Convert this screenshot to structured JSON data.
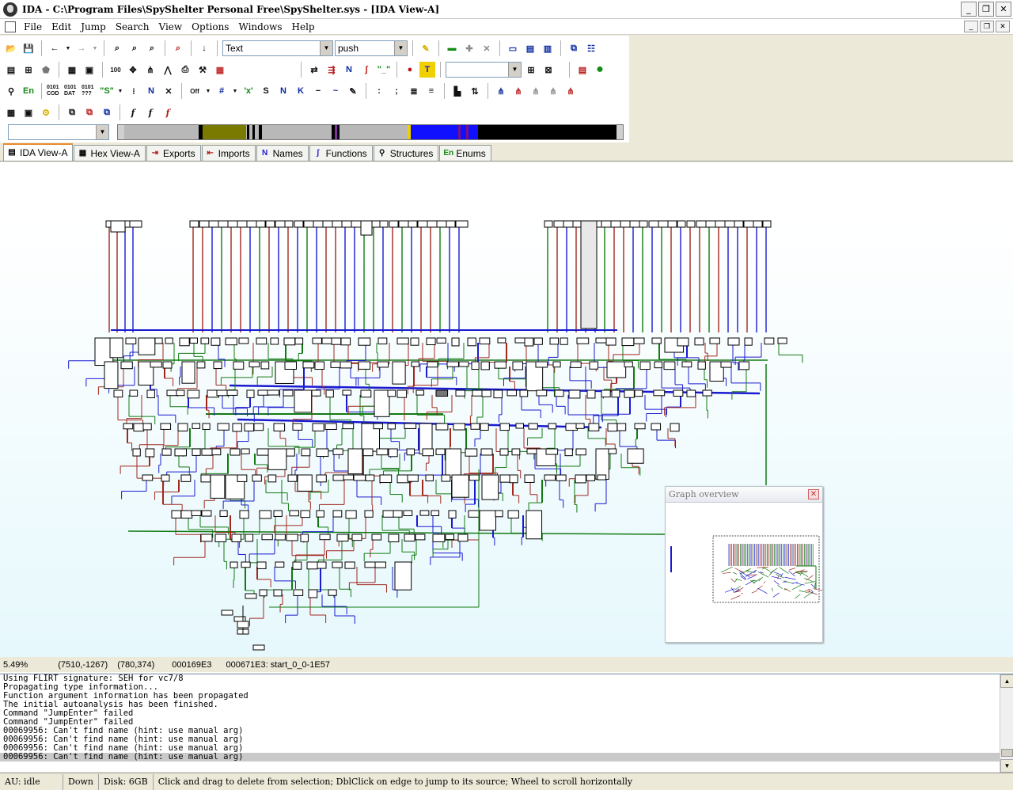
{
  "window": {
    "title": "IDA - C:\\Program Files\\SpyShelter Personal Free\\SpyShelter.sys - [IDA View-A]",
    "minimize": "_",
    "restore": "❐",
    "close": "✕"
  },
  "menu": [
    "File",
    "Edit",
    "Jump",
    "Search",
    "View",
    "Options",
    "Windows",
    "Help"
  ],
  "mdi": {
    "minimize": "_",
    "restore": "❐",
    "close": "✕"
  },
  "toolbar": {
    "segment_combo": "Text",
    "instruction_combo": "push",
    "address_combo": "",
    "nav_combo": ""
  },
  "tabs": [
    {
      "label": "IDA View-A",
      "icon": "graph-icon"
    },
    {
      "label": "Hex View-A",
      "icon": "hex-icon"
    },
    {
      "label": "Exports",
      "icon": "export-icon"
    },
    {
      "label": "Imports",
      "icon": "import-icon"
    },
    {
      "label": "Names",
      "icon": "names-icon"
    },
    {
      "label": "Functions",
      "icon": "function-icon"
    },
    {
      "label": "Structures",
      "icon": "structure-icon"
    },
    {
      "label": "Enums",
      "icon": "enum-icon"
    }
  ],
  "overview": {
    "title": "Graph overview",
    "close": "✕"
  },
  "info": {
    "zoom": "5.49%",
    "coords": "(7510,-1267)",
    "mouse": "(780,374)",
    "offset": "000169E3",
    "location": "000671E3: start_0_0-1E57"
  },
  "output_lines": [
    "Using FLIRT signature: SEH for vc7/8",
    "Propagating type information...",
    "Function argument information has been propagated",
    "The initial autoanalysis has been finished.",
    "Command \"JumpEnter\" failed",
    "Command \"JumpEnter\" failed",
    "00069956: Can't find name (hint: use manual arg)",
    "00069956: Can't find name (hint: use manual arg)",
    "00069956: Can't find name (hint: use manual arg)",
    "00069956: Can't find name (hint: use manual arg)"
  ],
  "status": {
    "au": "AU:  idle",
    "direction": "Down",
    "disk": "Disk: 6GB",
    "hint": "Click and drag to delete from selection; DblClick on edge to jump to its source; Wheel to scroll horizontally"
  },
  "colors": {
    "edge_blue": "#1a1ad0",
    "edge_red": "#a0281e",
    "edge_green": "#127a12",
    "tab_accent": "#e68b2c"
  }
}
